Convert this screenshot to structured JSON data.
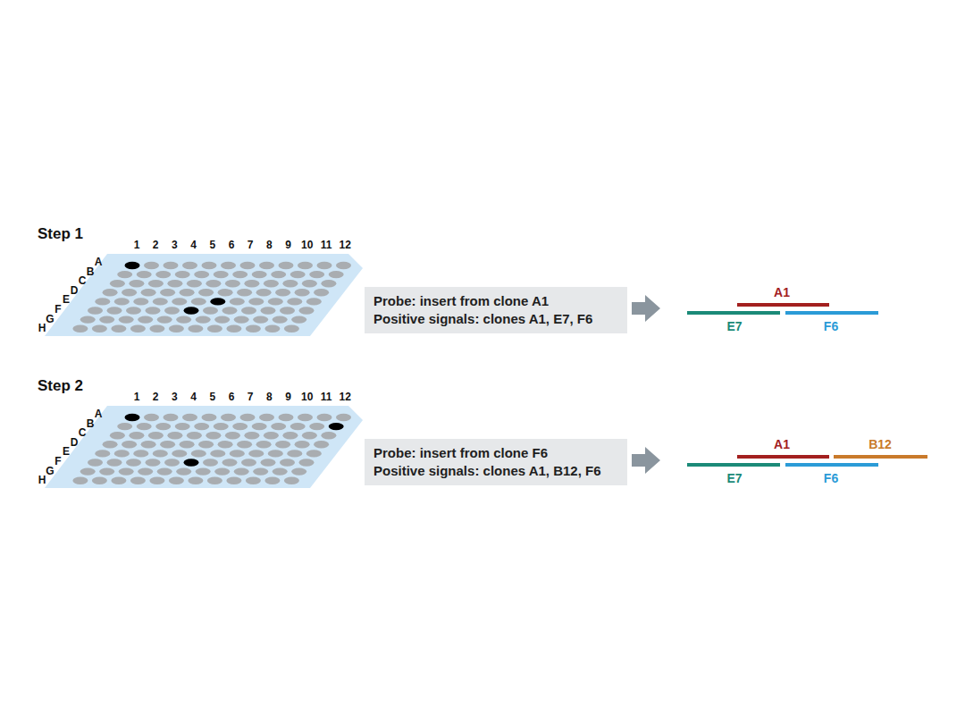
{
  "diagram": {
    "nodes": [
      {
        "text": [
          "Probe: insert from clone A1",
          "Positive signals: clones A1, E7, F6"
        ]
      },
      {
        "text": [
          "Probe: insert from clone F6",
          "Positive signals: clones A1, B12, F6"
        ]
      }
    ],
    "labels": [
      "Step 1",
      "1",
      "2",
      "3",
      "4",
      "5",
      "6",
      "7",
      "8",
      "9",
      "10",
      "11",
      "12",
      "A",
      "B",
      "C",
      "D",
      "E",
      "F",
      "G",
      "H",
      "A1",
      "E7",
      "F6",
      "Step 2",
      "1",
      "2",
      "3",
      "4",
      "5",
      "6",
      "7",
      "8",
      "9",
      "10",
      "11",
      "12",
      "A",
      "B",
      "C",
      "D",
      "E",
      "F",
      "G",
      "H",
      "A1",
      "B12",
      "E7",
      "F6"
    ]
  }
}
